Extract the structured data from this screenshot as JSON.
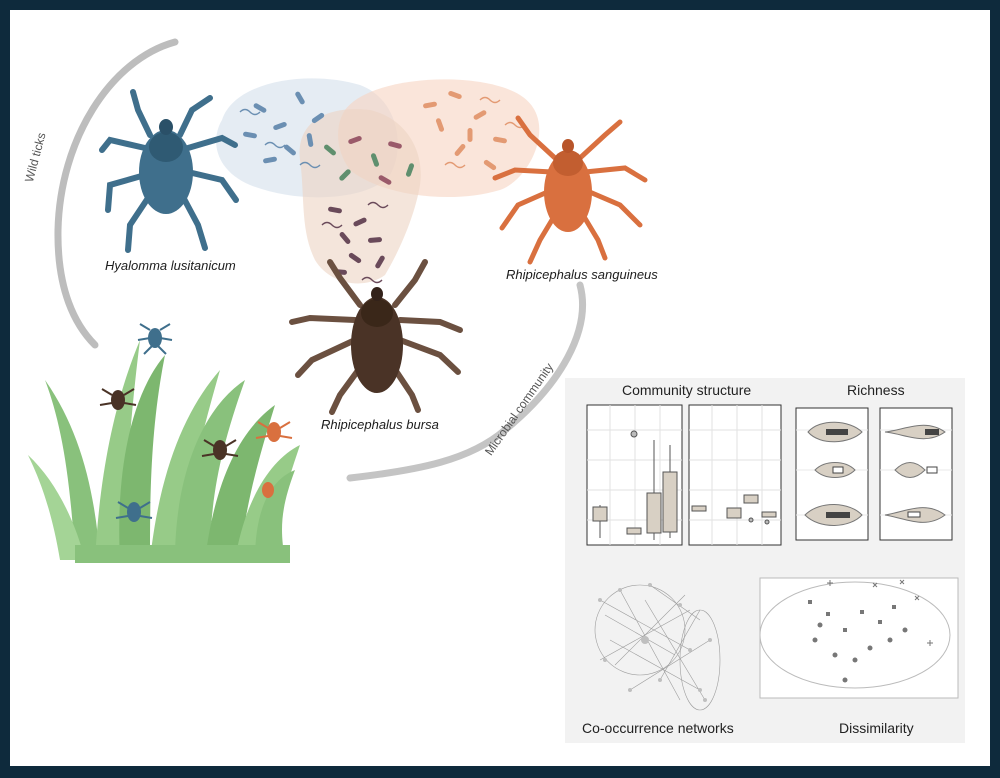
{
  "colors": {
    "frame": "#0e2a3c",
    "hyalomma": "#3f6f8c",
    "sanguineus": "#d9703f",
    "bursa": "#4a3326",
    "grass": "#7dbb6e",
    "arc": "#bdbdbd"
  },
  "species": {
    "hyalomma": "Hyalomma lusitanicum",
    "sanguineus": "Rhipicephalus sanguineus",
    "bursa": "Rhipicephalus bursa"
  },
  "arc_labels": {
    "wild": "Wild ticks",
    "microbial": "Microbial community"
  },
  "panels": {
    "community": "Community structure",
    "richness": "Richness",
    "network": "Co-occurrence networks",
    "dissimilarity": "Dissimilarity"
  }
}
